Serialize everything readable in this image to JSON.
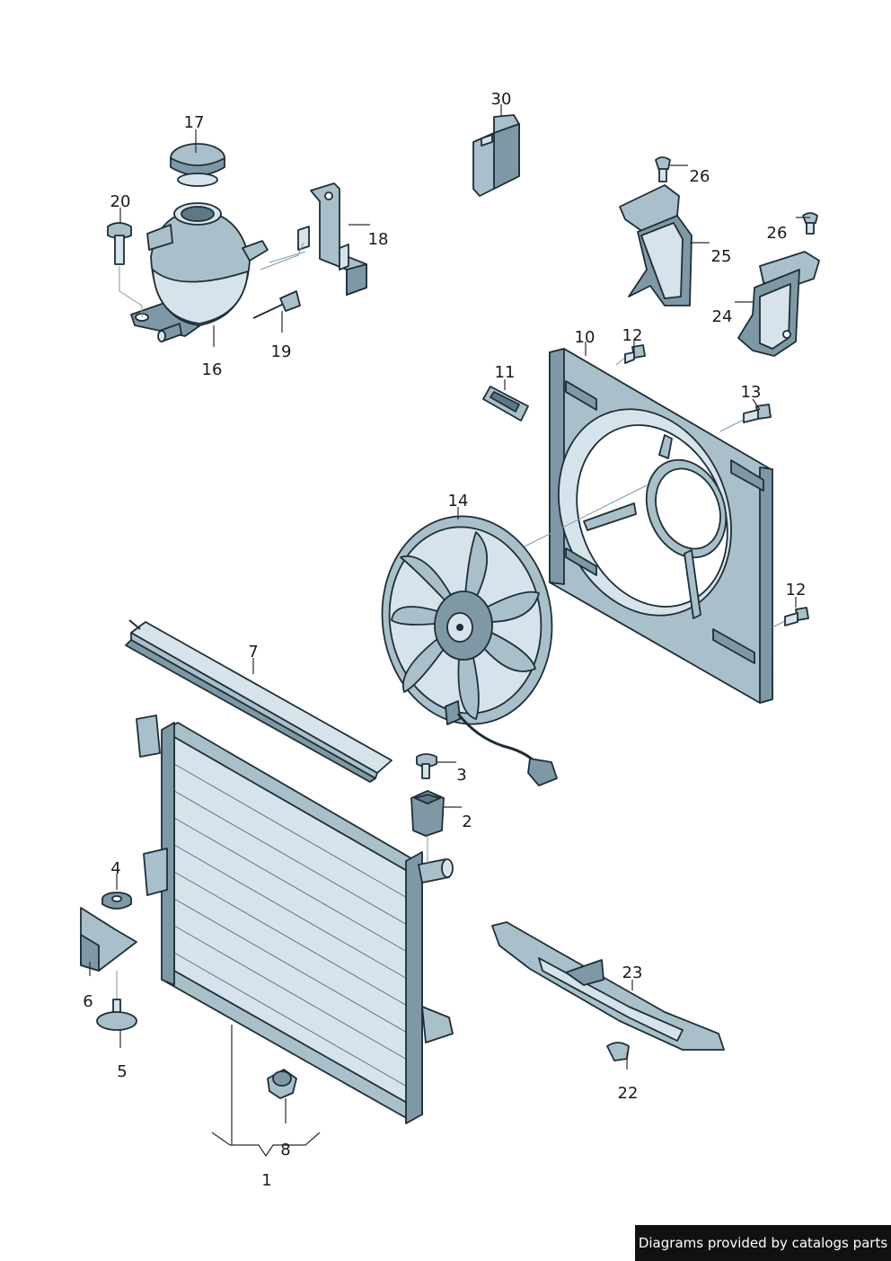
{
  "callouts": {
    "c1": "1",
    "c2": "2",
    "c3": "3",
    "c4": "4",
    "c5": "5",
    "c6": "6",
    "c7": "7",
    "c8": "8",
    "c10": "10",
    "c11": "11",
    "c12a": "12",
    "c12b": "12",
    "c13": "13",
    "c14": "14",
    "c16": "16",
    "c17": "17",
    "c18": "18",
    "c19": "19",
    "c20": "20",
    "c22": "22",
    "c23": "23",
    "c24": "24",
    "c25": "25",
    "c26a": "26",
    "c26b": "26",
    "c30": "30"
  },
  "footer": {
    "credit": "Diagrams provided by catalogs parts"
  },
  "colors": {
    "part_light": "#d6e3ea",
    "part_mid": "#a9bfca",
    "part_dark": "#7f98a5",
    "outline": "#1e2e36"
  }
}
